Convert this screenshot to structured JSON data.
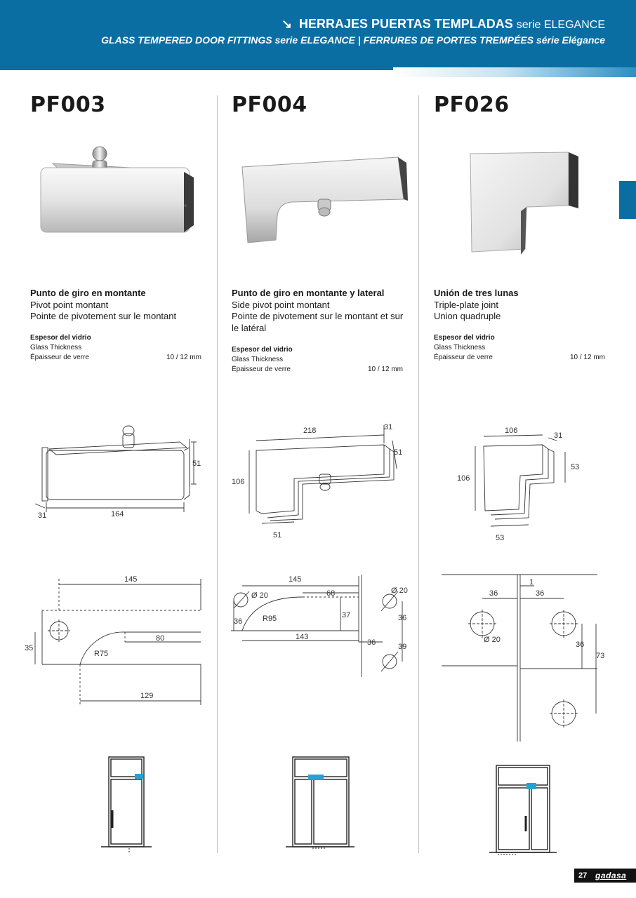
{
  "header": {
    "title": "HERRAJES PUERTAS TEMPLADAS",
    "title_suffix": "serie ELEGANCE",
    "subtitle": "GLASS TEMPERED DOOR FITTINGS serie ELEGANCE  | FERRURES DE PORTES TREMPÉES série Elégance",
    "arrow": "↘"
  },
  "products": [
    {
      "code": "PF003",
      "name_es": "Punto de giro en montante",
      "name_en": "Pivot point montant",
      "name_fr": "Pointe de pivotement sur le montant",
      "spec_es": "Espesor del vidrio",
      "spec_en": "Glass Thickness",
      "spec_fr": "Épaisseur de verre",
      "spec_value": "10 / 12 mm",
      "dims": {
        "height": "51",
        "length": "164",
        "depth": "31"
      },
      "drawing": {
        "width": "145",
        "height": "35",
        "offset": "80",
        "radius": "R75",
        "bottom": "129"
      }
    },
    {
      "code": "PF004",
      "name_es": "Punto de giro en montante y lateral",
      "name_en": "Side pivot point montant",
      "name_fr": "Pointe de pivotement sur le montant et sur le latéral",
      "spec_es": "Espesor del vidrio",
      "spec_en": "Glass Thickness",
      "spec_fr": "Épaisseur de verre",
      "spec_value": "10 / 12 mm",
      "dims": {
        "length": "218",
        "depth": "31",
        "leg": "51",
        "height": "106",
        "bottom": "51"
      },
      "drawing": {
        "top": "145",
        "hole": "Ø 20",
        "seg": "68",
        "left": "36",
        "radius": "R95",
        "height": "37",
        "bottom": "143",
        "side_hole": "Ø 20",
        "s1": "36",
        "s2": "36",
        "s3": "39"
      }
    },
    {
      "code": "PF026",
      "name_es": "Unión de tres lunas",
      "name_en": "Triple-plate joint",
      "name_fr": "Union quadruple",
      "spec_es": "Espesor del vidrio",
      "spec_en": "Glass Thickness",
      "spec_fr": "Épaisseur de verre",
      "spec_value": "10 / 12 mm",
      "dims": {
        "width": "106",
        "depth": "31",
        "leg": "53",
        "height": "106",
        "bottom": "53"
      },
      "drawing": {
        "gap": "1",
        "left": "36",
        "right": "36",
        "hole": "Ø 20",
        "v1": "36",
        "v2": "73"
      }
    }
  ],
  "footer": {
    "page": "27",
    "brand": "gadasa"
  },
  "colors": {
    "brand_blue": "#0a6ea3",
    "highlight": "#2a9fd6"
  }
}
